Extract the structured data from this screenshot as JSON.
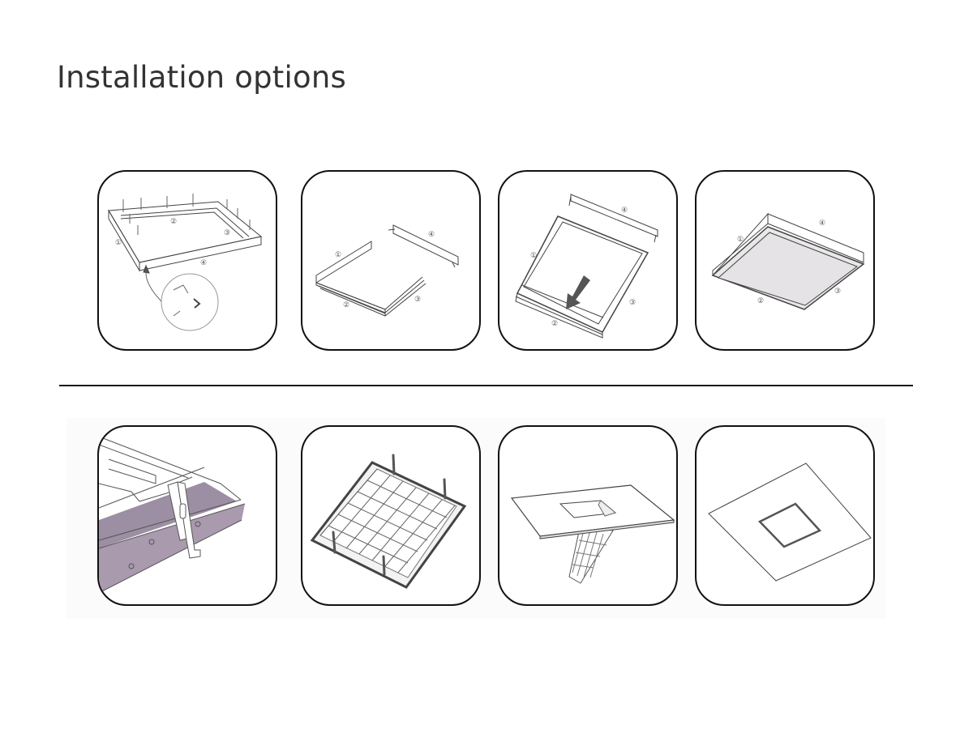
{
  "page": {
    "title": "Installation options"
  },
  "surface_mount": {
    "section": "surface-mount-frame",
    "steps": [
      {
        "step": 1,
        "description": "Assemble frame sides with screws; corner bracket detail",
        "labels": [
          "①",
          "②",
          "③",
          "④"
        ]
      },
      {
        "step": 2,
        "description": "Frame sides separated, side 4 removed",
        "labels": [
          "①",
          "②",
          "③",
          "④"
        ]
      },
      {
        "step": 3,
        "description": "Slide panel into frame (arrow), attach side 4",
        "labels": [
          "①",
          "②",
          "③",
          "④"
        ]
      },
      {
        "step": 4,
        "description": "Completed surface-mounted panel",
        "labels": [
          "①",
          "②",
          "③",
          "④"
        ]
      }
    ]
  },
  "recessed_mount": {
    "section": "recessed-spring-clip",
    "steps": [
      {
        "step": 1,
        "description": "Spring clip attached to panel edge"
      },
      {
        "step": 2,
        "description": "Panel back with four spring clips"
      },
      {
        "step": 3,
        "description": "Insert panel through ceiling cut-out"
      },
      {
        "step": 4,
        "description": "Panel flush in ceiling"
      }
    ]
  },
  "colors": {
    "title": "#333333",
    "card_border": "#111111",
    "line_art": "#444444",
    "panel_purple": "#a99aae",
    "divider": "#1a1a1a"
  }
}
